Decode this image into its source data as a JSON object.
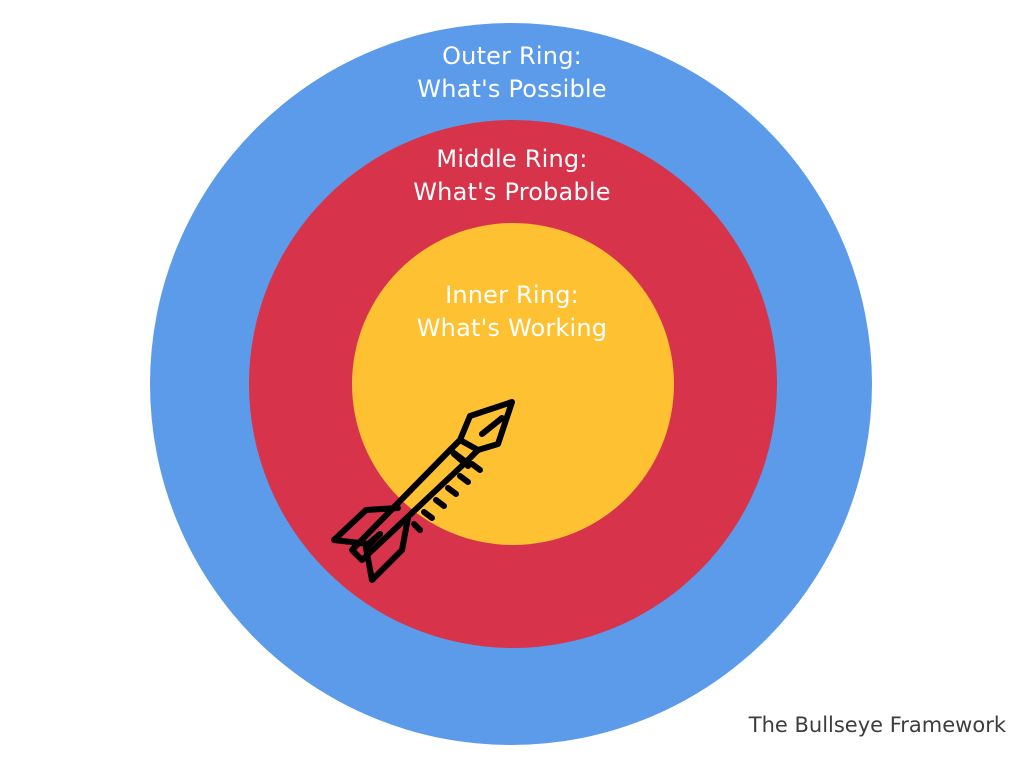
{
  "colors": {
    "outer": "#5b9bea",
    "middle": "#d7334a",
    "inner": "#fdc132",
    "arrow": "#000000"
  },
  "rings": {
    "outer": {
      "title": "Outer Ring:",
      "subtitle": "What's Possible"
    },
    "middle": {
      "title": "Middle Ring:",
      "subtitle": "What's Probable"
    },
    "inner": {
      "title": "Inner Ring:",
      "subtitle": "What's Working"
    }
  },
  "icon": "arrow-icon",
  "footer": "The Bullseye Framework"
}
